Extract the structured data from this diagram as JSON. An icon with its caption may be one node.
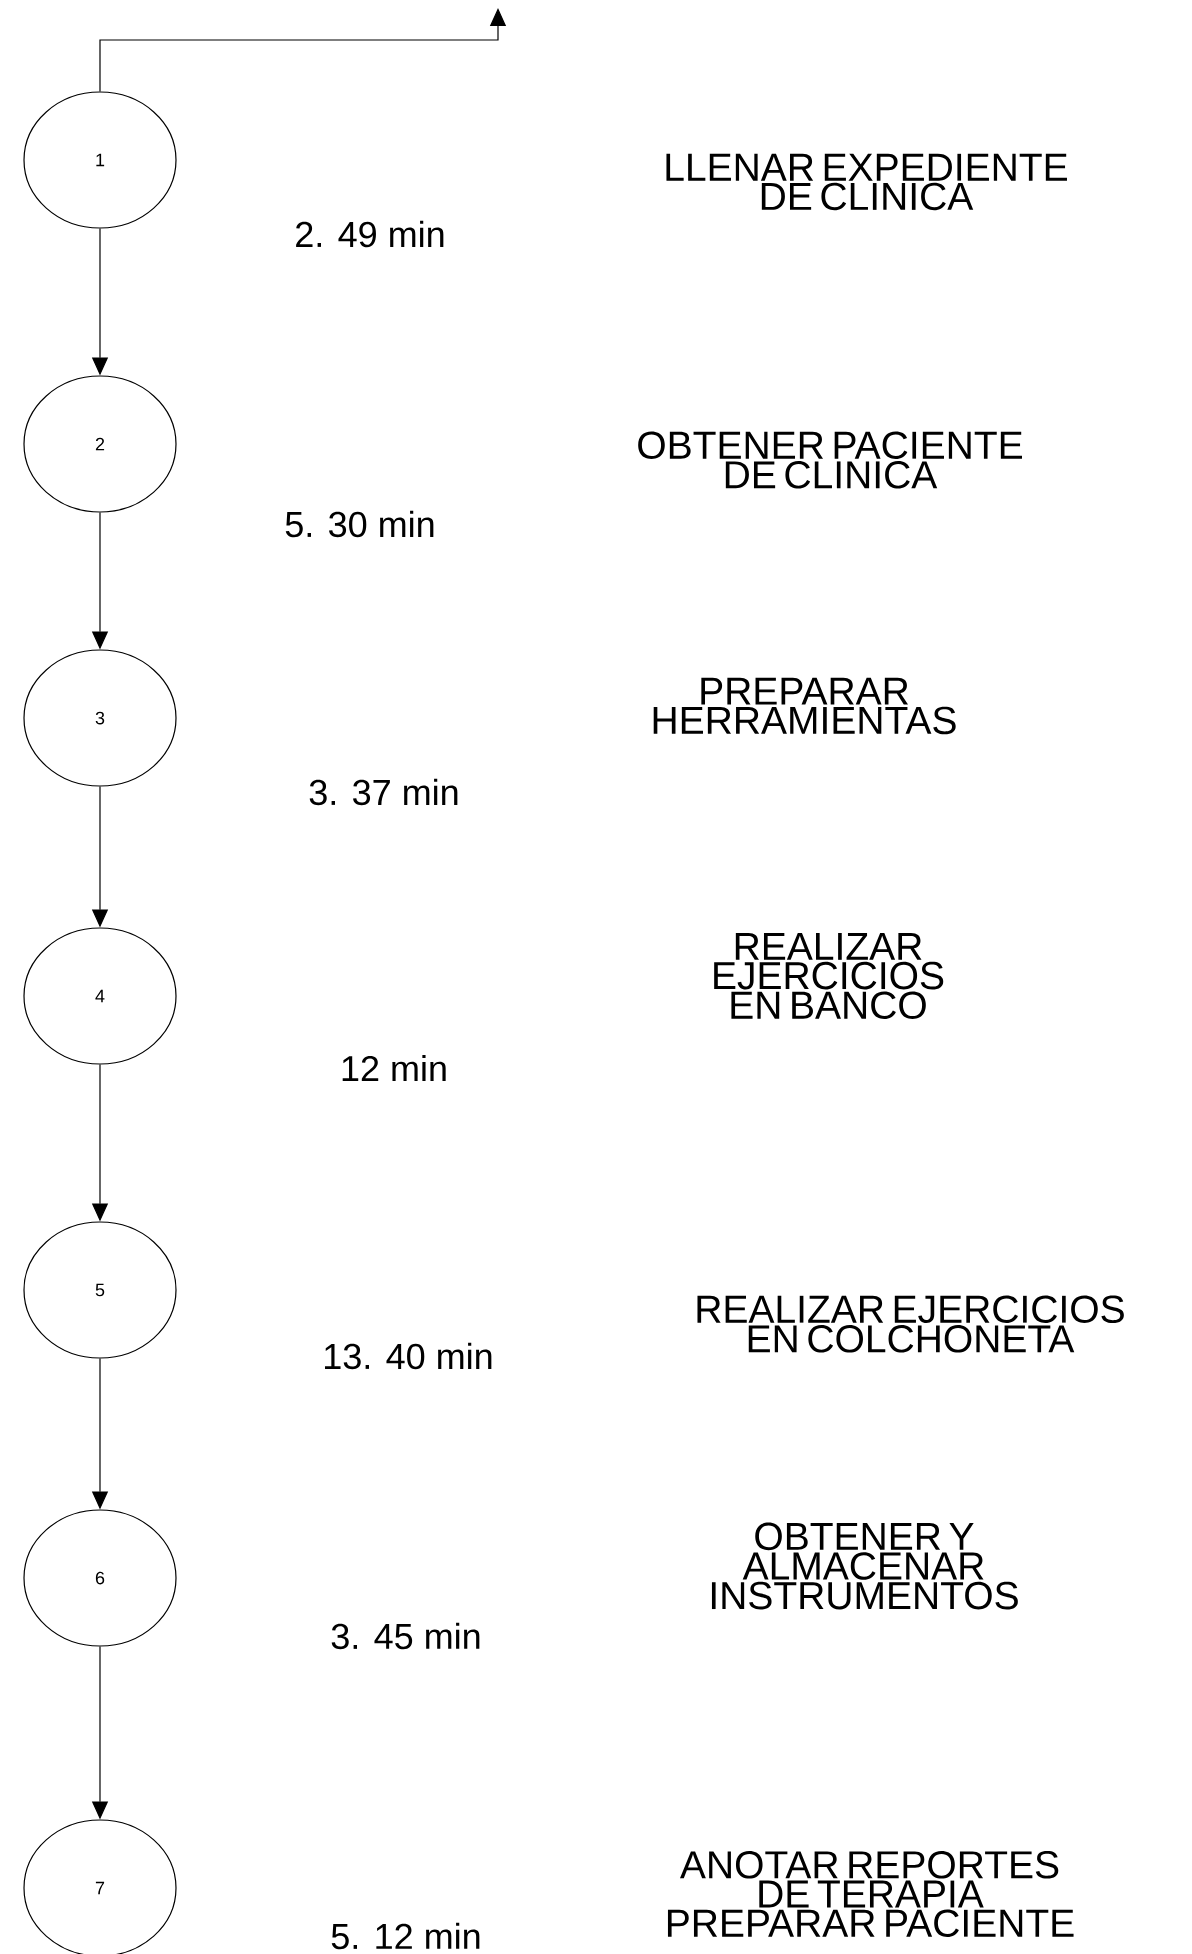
{
  "diagram": {
    "nodes": [
      {
        "text": [
          "1"
        ]
      },
      {
        "text": [
          "2"
        ]
      },
      {
        "text": [
          "3"
        ]
      },
      {
        "text": [
          "4"
        ]
      },
      {
        "text": [
          "5"
        ]
      },
      {
        "text": [
          "6"
        ]
      },
      {
        "text": [
          "7"
        ]
      }
    ],
    "edges": [
      {
        "from": 0,
        "to": null,
        "arrow": "to"
      },
      {
        "from": 0,
        "to": 1,
        "arrow": "to"
      },
      {
        "from": 1,
        "to": 2,
        "arrow": "to"
      },
      {
        "from": 2,
        "to": 3,
        "arrow": "to"
      },
      {
        "from": 3,
        "to": 4,
        "arrow": "to"
      },
      {
        "from": 4,
        "to": 5,
        "arrow": "to"
      },
      {
        "from": 5,
        "to": 6,
        "arrow": "to"
      }
    ],
    "labels": [
      "LLENAR EXPEDIENTE DE CLINICA",
      "2. 49 min",
      "OBTENER PACIENTE DE CLINICA",
      "5. 30 min",
      "PREPARAR HERRAMIENTAS",
      "3. 37 min",
      "REALIZAR EJERCICIOS EN BANCO",
      "12 min",
      "REALIZAR EJERCICIOS EN COLCHONETA",
      "13. 40 min",
      "OBTENER Y ALMACENAR INSTRUMENTOS",
      "3. 45 min",
      "ANOTAR REPORTES DE TERAPIA PREPARAR PACIENTE",
      "5. 12 min"
    ]
  }
}
